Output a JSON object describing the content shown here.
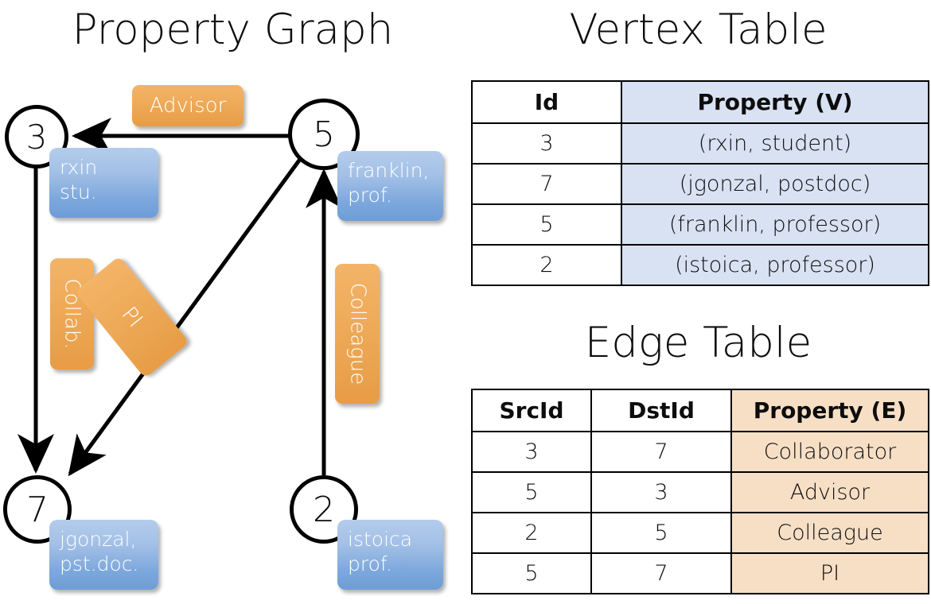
{
  "titles": {
    "property_graph": "Property Graph",
    "vertex_table": "Vertex Table",
    "edge_table": "Edge Table"
  },
  "graph": {
    "vertices": [
      {
        "id": "3",
        "property_lines": "rxin\nstu."
      },
      {
        "id": "5",
        "property_lines": "franklin,\nprof."
      },
      {
        "id": "7",
        "property_lines": "jgonzal,\npst.doc."
      },
      {
        "id": "2",
        "property_lines": "istoica\nprof."
      }
    ],
    "edge_labels": [
      {
        "label": "Advisor",
        "from": "5",
        "to": "3"
      },
      {
        "label": "Collab.",
        "from": "3",
        "to": "7"
      },
      {
        "label": "PI",
        "from": "5",
        "to": "7"
      },
      {
        "label": "Colleague",
        "from": "2",
        "to": "5"
      }
    ]
  },
  "vertex_table": {
    "headers": [
      "Id",
      "Property (V)"
    ],
    "rows": [
      {
        "id": "3",
        "property": "(rxin, student)"
      },
      {
        "id": "7",
        "property": "(jgonzal, postdoc)"
      },
      {
        "id": "5",
        "property": "(franklin, professor)"
      },
      {
        "id": "2",
        "property": "(istoica, professor)"
      }
    ]
  },
  "edge_table": {
    "headers": [
      "SrcId",
      "DstId",
      "Property (E)"
    ],
    "rows": [
      {
        "src": "3",
        "dst": "7",
        "property": "Collaborator"
      },
      {
        "src": "5",
        "dst": "3",
        "property": "Advisor"
      },
      {
        "src": "2",
        "dst": "5",
        "property": "Colleague"
      },
      {
        "src": "5",
        "dst": "7",
        "property": "PI"
      }
    ]
  },
  "colors": {
    "vertex_property_fill": "#a3c0e6",
    "edge_label_fill": "#eeaa58",
    "vertex_table_property_bg": "#d9e2f3",
    "edge_table_property_bg": "#f7dfc6",
    "stroke": "#000000",
    "background": "#ffffff"
  }
}
